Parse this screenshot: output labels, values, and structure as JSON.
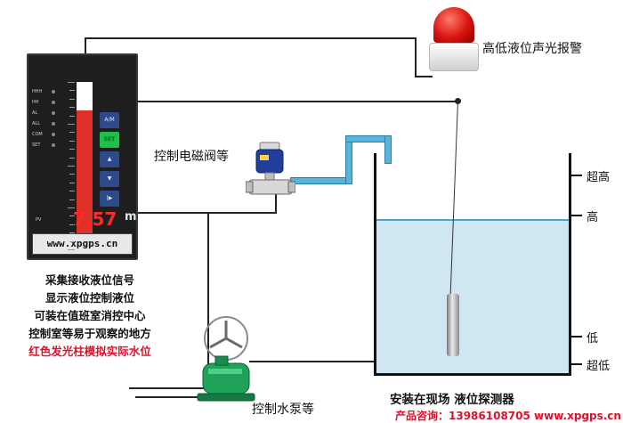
{
  "instrument": {
    "status_labels": [
      "HHH",
      "HH",
      "AL",
      "ALL",
      "COM",
      "SET"
    ],
    "buttons": [
      "A/M",
      "SET",
      "▲",
      "▼",
      "|▶"
    ],
    "bar_level": 0.83,
    "pv_label": "PV",
    "value": "7.57",
    "unit": "m",
    "website": "www.xpgps.cn"
  },
  "labels": {
    "alarm": "高低液位声光报警",
    "valve": "控制电磁阀等",
    "pump": "控制水泵等",
    "detector": "安装在现场 液位探测器"
  },
  "levels": [
    "超高",
    "高",
    "低",
    "超低"
  ],
  "description": [
    "采集接收液位信号",
    "显示液位控制液位",
    "可装在值班室消控中心",
    "控制室等易于观察的地方"
  ],
  "description_red": "红色发光柱模拟实际水位",
  "contact": "产品咨询：13986108705 www.xpgps.cn",
  "colors": {
    "water": "#cfe6f3",
    "pipe": "#59b4dc",
    "bar": "#e0302a",
    "highlight_text": "#e0102a"
  }
}
